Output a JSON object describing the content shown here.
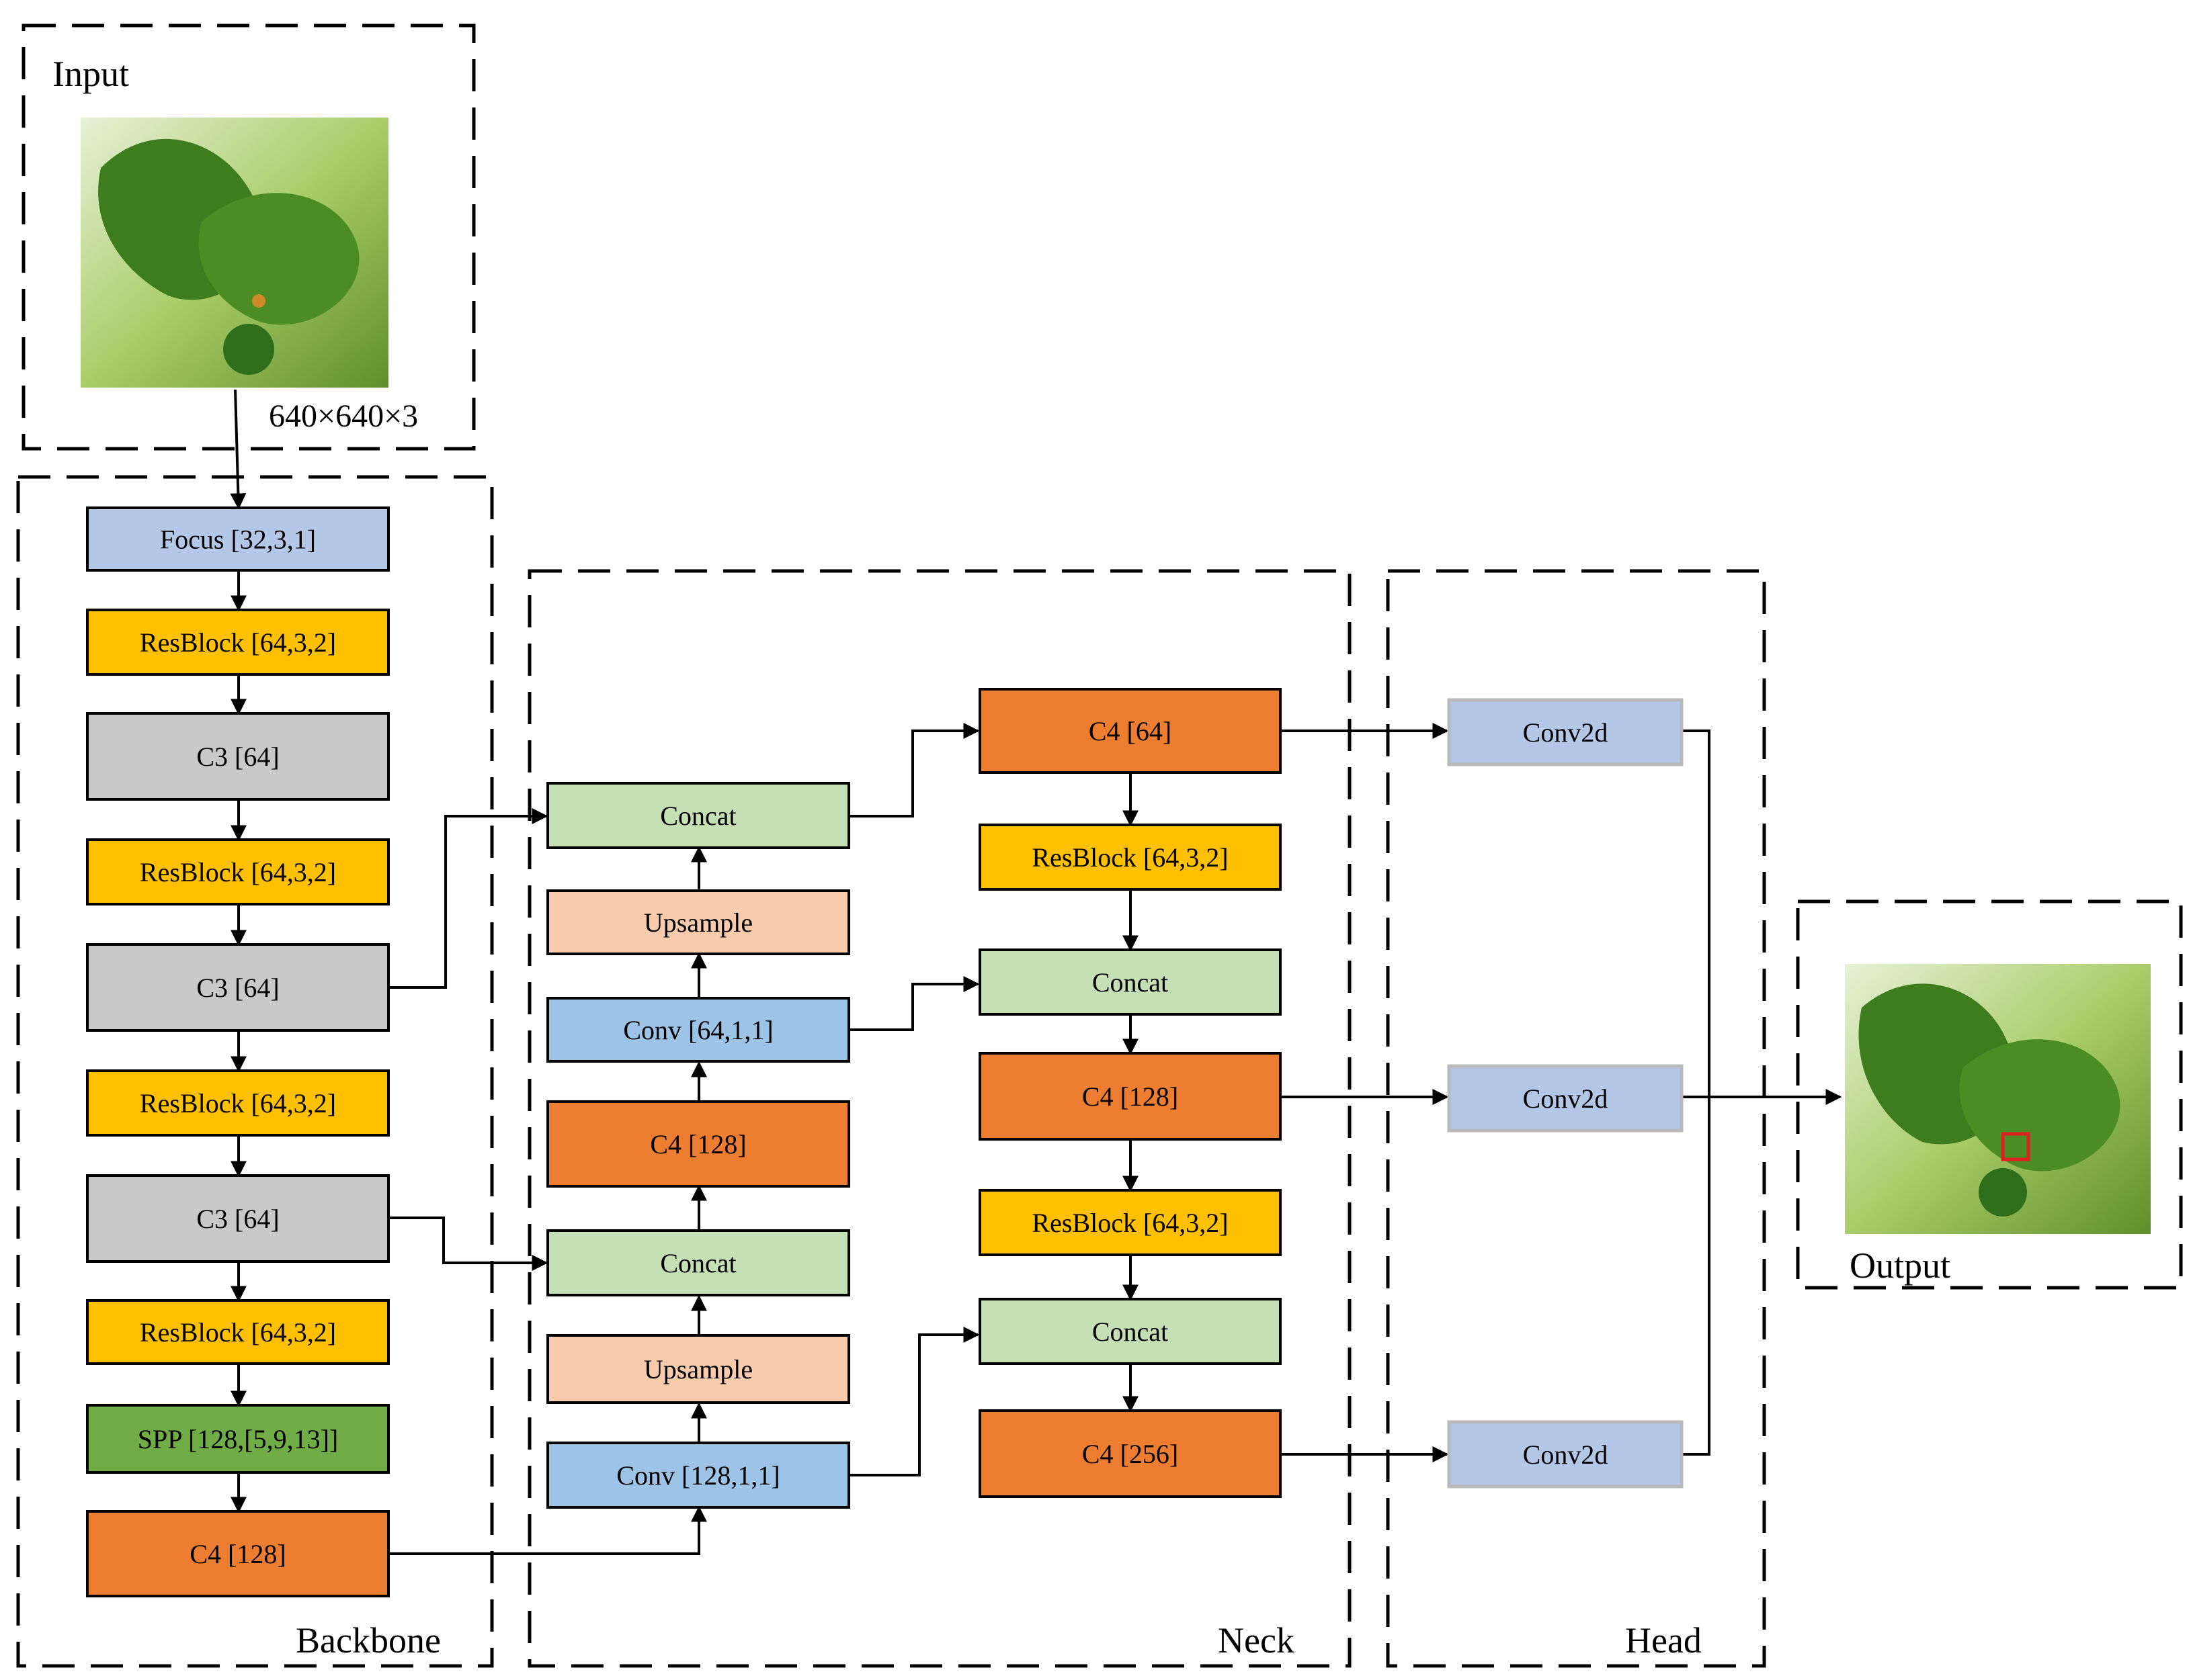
{
  "colors": {
    "conv_blue": "#b4c7e7",
    "conv_light_blue": "#9dc3e6",
    "resblock_yellow": "#ffc000",
    "c3_gray": "#c9c9c9",
    "spp_green": "#70ad47",
    "c4_orange": "#ed7d31",
    "concat_green": "#c5e0b4",
    "upsample_peach": "#f8cbad",
    "detection_box_red": "#e02020"
  },
  "input": {
    "title": "Input",
    "dimensions": "640×640×3",
    "image_icon": "leaf-with-fruit-photo"
  },
  "output": {
    "title": "Output",
    "image_icon": "leaf-with-fruit-photo-detection"
  },
  "sections": {
    "backbone": "Backbone",
    "neck": "Neck",
    "head": "Head"
  },
  "backbone_blocks": [
    {
      "label": "Focus [32,3,1]",
      "kind": "conv"
    },
    {
      "label": "ResBlock [64,3,2]",
      "kind": "resblock"
    },
    {
      "label": "C3 [64]",
      "kind": "c3"
    },
    {
      "label": "ResBlock [64,3,2]",
      "kind": "resblock"
    },
    {
      "label": "C3 [64]",
      "kind": "c3"
    },
    {
      "label": "ResBlock [64,3,2]",
      "kind": "resblock"
    },
    {
      "label": "C3 [64]",
      "kind": "c3"
    },
    {
      "label": "ResBlock [64,3,2]",
      "kind": "resblock"
    },
    {
      "label": "SPP [128,[5,9,13]]",
      "kind": "spp"
    },
    {
      "label": "C4 [128]",
      "kind": "c4"
    }
  ],
  "neck_left_blocks": [
    {
      "label": "Concat",
      "kind": "concat"
    },
    {
      "label": "Upsample",
      "kind": "upsample"
    },
    {
      "label": "Conv [64,1,1]",
      "kind": "conv_light"
    },
    {
      "label": "C4 [128]",
      "kind": "c4"
    },
    {
      "label": "Concat",
      "kind": "concat"
    },
    {
      "label": "Upsample",
      "kind": "upsample"
    },
    {
      "label": "Conv [128,1,1]",
      "kind": "conv_light"
    }
  ],
  "neck_right_blocks": [
    {
      "label": "C4 [64]",
      "kind": "c4"
    },
    {
      "label": "ResBlock [64,3,2]",
      "kind": "resblock"
    },
    {
      "label": "Concat",
      "kind": "concat"
    },
    {
      "label": "C4 [128]",
      "kind": "c4"
    },
    {
      "label": "ResBlock [64,3,2]",
      "kind": "resblock"
    },
    {
      "label": "Concat",
      "kind": "concat"
    },
    {
      "label": "C4 [256]",
      "kind": "c4"
    }
  ],
  "head_blocks": [
    {
      "label": "Conv2d",
      "kind": "conv"
    },
    {
      "label": "Conv2d",
      "kind": "conv"
    },
    {
      "label": "Conv2d",
      "kind": "conv"
    }
  ]
}
